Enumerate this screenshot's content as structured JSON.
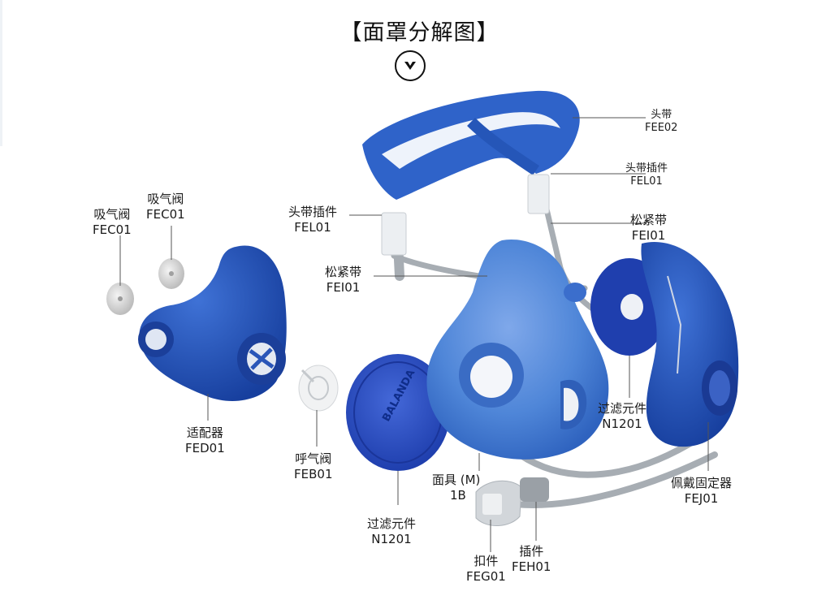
{
  "title": "【面罩分解图】",
  "icons": {
    "scroll": "chevron-down-icon"
  },
  "colors": {
    "mask": "#4f86d8",
    "mask_dark": "#1d4fb3",
    "strap": "#2f63c9",
    "filter": "#2a4fc6",
    "grey_strap": "#a7adb3"
  },
  "labels": {
    "headband": {
      "name": "头带",
      "code": "FEE02"
    },
    "headband_clip_right": {
      "name": "头带插件",
      "code": "FEL01"
    },
    "adjust_strap_right": {
      "name": "松紧带",
      "code": "FEI01"
    },
    "headband_clip_left": {
      "name": "头带插件",
      "code": "FEL01"
    },
    "adjust_strap_left": {
      "name": "松紧带",
      "code": "FEI01"
    },
    "inhale_valve_a": {
      "name": "吸气阀",
      "code": "FEC01"
    },
    "inhale_valve_b": {
      "name": "吸气阀",
      "code": "FEC01"
    },
    "adapter": {
      "name": "适配器",
      "code": "FED01"
    },
    "exhale_valve": {
      "name": "呼气阀",
      "code": "FEB01"
    },
    "filter_left": {
      "name": "过滤元件",
      "code": "N1201"
    },
    "filter_right": {
      "name": "过滤元件",
      "code": "N1201"
    },
    "facepiece": {
      "name": "面具 (M)",
      "code": "1B"
    },
    "buckle": {
      "name": "扣件",
      "code": "FEG01"
    },
    "plug": {
      "name": "插件",
      "code": "FEH01"
    },
    "holder": {
      "name": "佩戴固定器",
      "code": "FEJ01"
    }
  },
  "filter_print": "BALANDA"
}
